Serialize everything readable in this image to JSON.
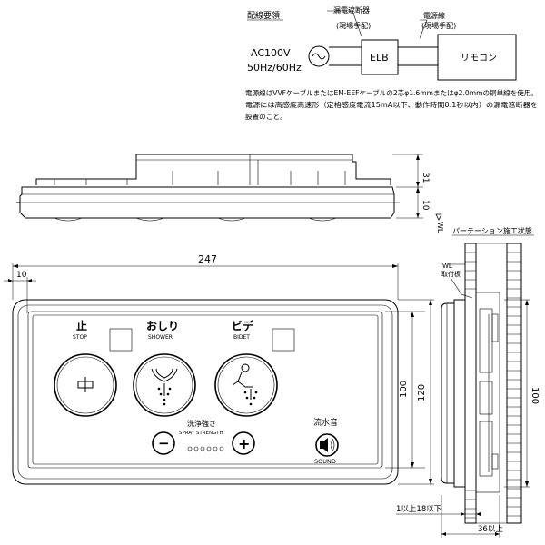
{
  "wiring": {
    "title": "配線要領",
    "elb_label_top": "漏電遮断器",
    "elb_label_sub": "(現場手配)",
    "power_label_top": "電源線",
    "power_label_sub": "(現場手配)",
    "ac_voltage": "AC100V",
    "ac_freq": "50Hz/60Hz",
    "elb_box": "ELB",
    "remote_box": "リモコン",
    "note1": "電源線はVVFケーブルまたはEM-EEFケーブルの2芯φ1.6mmまたはφ2.0mmの銅単線を使用。",
    "note2": "電源には高感度高速形（定格感度電流15mA以下、動作時間0.1秒以内）の漏電遮断器を",
    "note3": "設置のこと。"
  },
  "side_view": {
    "height_dim": "31",
    "base_dim": "10",
    "wl_label": "WL"
  },
  "front_view": {
    "width_dim": "247",
    "edge_dim": "10",
    "inner_height_dim": "100",
    "outer_height_dim": "120",
    "btn_stop_jp": "止",
    "btn_stop_en": "STOP",
    "btn_shower_jp": "おしり",
    "btn_shower_en": "SHOWER",
    "btn_bidet_jp": "ビデ",
    "btn_bidet_en": "BIDET",
    "strength_jp": "洗浄強さ",
    "strength_en": "SPRAY STRENGTH",
    "sound_jp": "流水音",
    "sound_en": "SOUND",
    "minus_glyph": "−",
    "plus_glyph": "+"
  },
  "partition_view": {
    "title": "パーテーション施工状態",
    "wl_label": "WL",
    "bracket_label": "取付板",
    "height_dim": "100",
    "bottom_note": "1以上18以下",
    "depth_dim": "36以上"
  }
}
